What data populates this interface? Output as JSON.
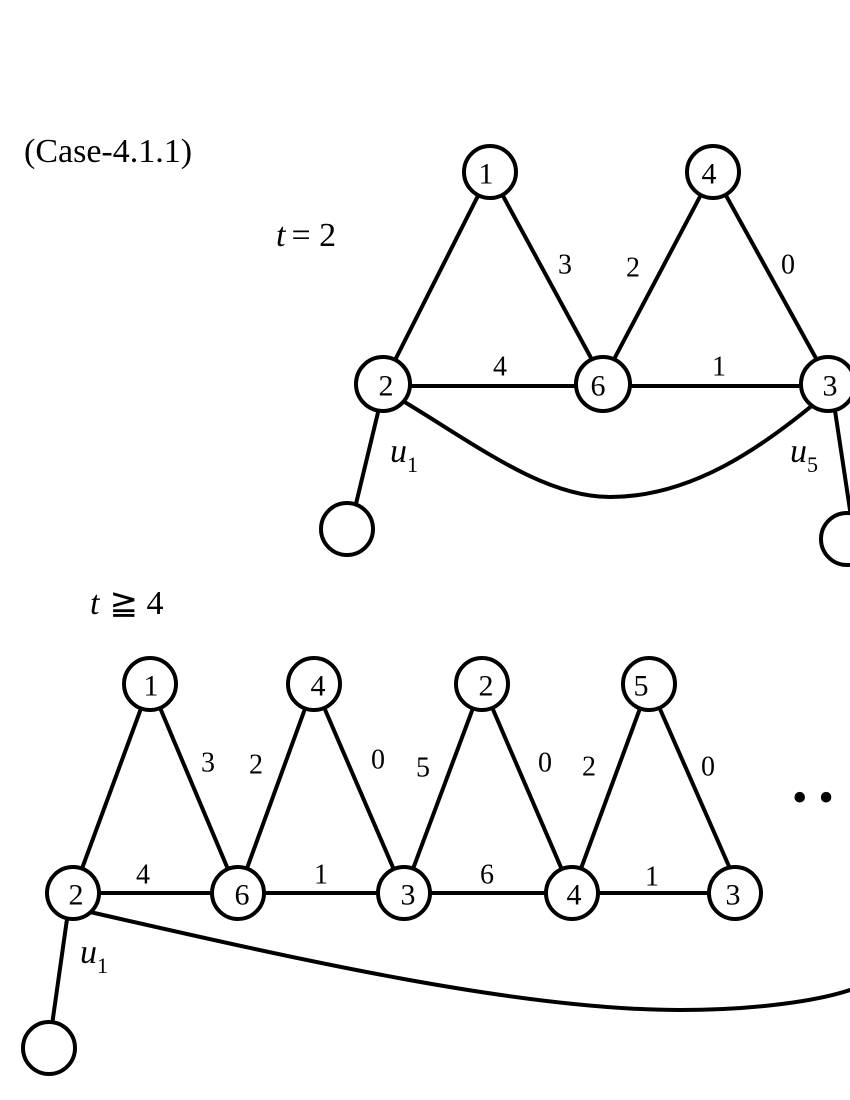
{
  "case_label": "(Case-4.1.1)",
  "top": {
    "t_var": "t",
    "t_rel": "= 2",
    "u1": "u",
    "u1_sub": "1",
    "u5": "u",
    "u5_sub": "5",
    "nodes": [
      "1",
      "4",
      "2",
      "6",
      "3",
      ""
    ],
    "edge_labels": [
      "3",
      "2",
      "0",
      "4",
      "1"
    ]
  },
  "bottom": {
    "t_var": "t",
    "t_rel": "≧ 4",
    "u1": "u",
    "u1_sub": "1",
    "nodes": [
      "1",
      "4",
      "2",
      "5",
      "2",
      "6",
      "3",
      "4",
      "3",
      ""
    ],
    "edge_labels": [
      "3",
      "2",
      "0",
      "5",
      "0",
      "2",
      "0",
      "4",
      "1",
      "6",
      "1"
    ],
    "ellipsis": "• •"
  }
}
